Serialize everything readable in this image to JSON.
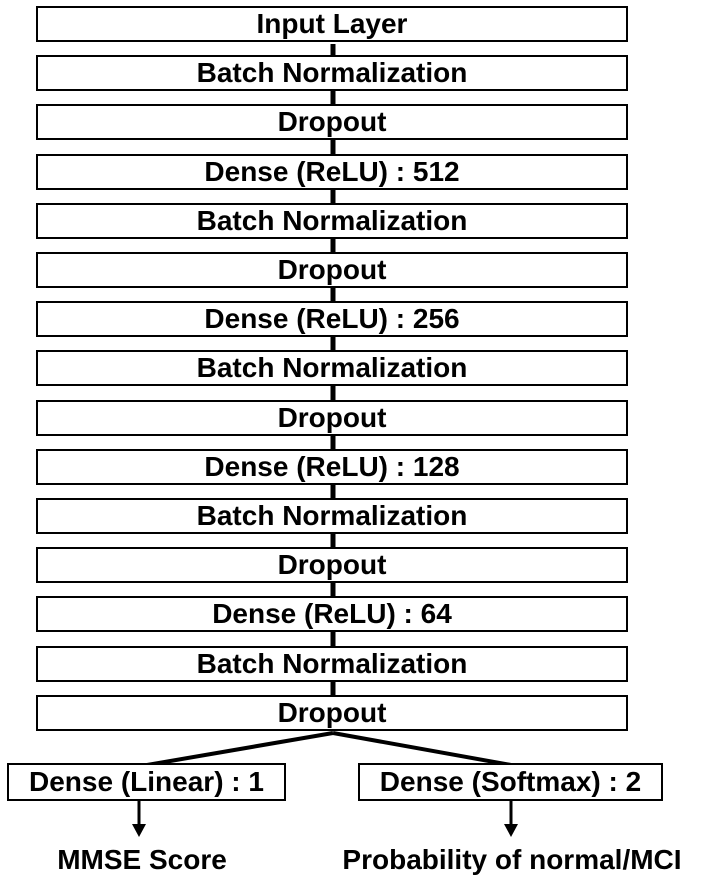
{
  "diagram": {
    "layers": [
      "Input Layer",
      "Batch Normalization",
      "Dropout",
      "Dense (ReLU) : 512",
      "Batch Normalization",
      "Dropout",
      "Dense (ReLU) : 256",
      "Batch Normalization",
      "Dropout",
      "Dense (ReLU) : 128",
      "Batch Normalization",
      "Dropout",
      "Dense (ReLU) : 64",
      "Batch Normalization",
      "Dropout"
    ],
    "heads": {
      "left": {
        "layer": "Dense (Linear) : 1",
        "output": "MMSE Score"
      },
      "right": {
        "layer": "Dense (Softmax) : 2",
        "output": "Probability of normal/MCI"
      }
    }
  }
}
